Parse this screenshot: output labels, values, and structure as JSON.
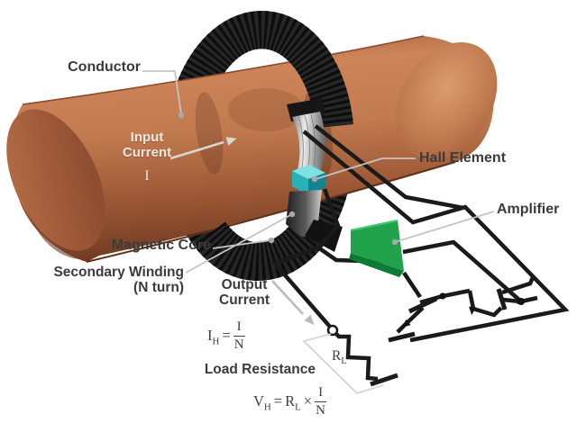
{
  "title": "Hall-effect current sensor diagram",
  "labels": {
    "conductor": "Conductor",
    "input_current_line1": "Input",
    "input_current_line2": "Current",
    "input_current_symbol": "I",
    "hall_element": "Hall Element",
    "amplifier": "Amplifier",
    "magnetic_core": "Magnetic Core",
    "secondary_winding_line1": "Secondary Winding",
    "secondary_winding_line2": "(N turn)",
    "output_current_line1": "Output",
    "output_current_line2": "Current",
    "load_resistance": "Load Resistance",
    "load_resistor_base": "R",
    "load_resistor_sub": "L"
  },
  "formulas": {
    "output_current": {
      "lhs": "I",
      "lhs_sub": "H",
      "equals": "=",
      "numerator": "I",
      "denominator": "N"
    },
    "load_voltage": {
      "lhs": "V",
      "lhs_sub": "H",
      "equals": "=",
      "factor": "R",
      "factor_sub": "L",
      "operator": "×",
      "numerator": "I",
      "denominator": "N"
    }
  },
  "colors": {
    "copper": "#b96f4a",
    "copper_highlight": "#d28459",
    "copper_shadow": "#6f3a22",
    "core_black": "#1c1c1c",
    "winding_silver": "#e6e6e6",
    "hall_teal": "#2ab1b8",
    "amplifier_green": "#1fa24a",
    "wire_black": "#1a1a1a",
    "label_gray": "#3b3b3b",
    "leader_gray": "#c4c4c4",
    "light_text": "#eae8e3"
  }
}
